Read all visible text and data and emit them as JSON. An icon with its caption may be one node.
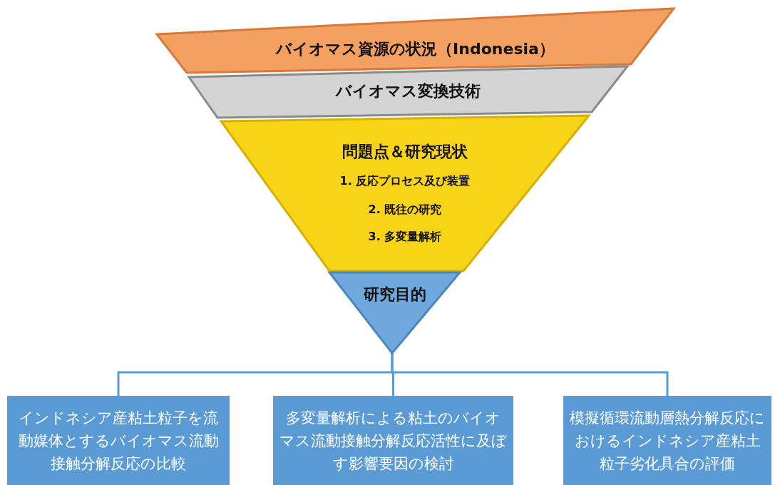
{
  "diagram": {
    "nodes": [
      {
        "text": [
          "バイオマス資源の状況（Indonesia）"
        ]
      },
      {
        "text": [
          "バイオマス変換技術"
        ]
      },
      {
        "text": [
          "問題点＆研究現状",
          "1. 反応プロセス及び装置",
          "2. 既往の研究",
          "3. 多変量解析"
        ]
      },
      {
        "text": [
          "研究目的"
        ]
      },
      {
        "text": [
          "インドネシア産粘土粒子を流動媒体とするバイオマス流動接触分解反応の比較"
        ]
      },
      {
        "text": [
          "多変量解析による粘土のバイオマス流動接触分解反応活性に及ぼす影響要因の検討"
        ]
      },
      {
        "text": [
          "模擬循環流動層熱分解反応におけるインドネシア産粘土粒子劣化具合の評価"
        ]
      }
    ],
    "edges": [
      {
        "from": 3,
        "to": 4,
        "arrow": "none"
      },
      {
        "from": 3,
        "to": 5,
        "arrow": "none"
      },
      {
        "from": 3,
        "to": 6,
        "arrow": "none"
      }
    ]
  }
}
